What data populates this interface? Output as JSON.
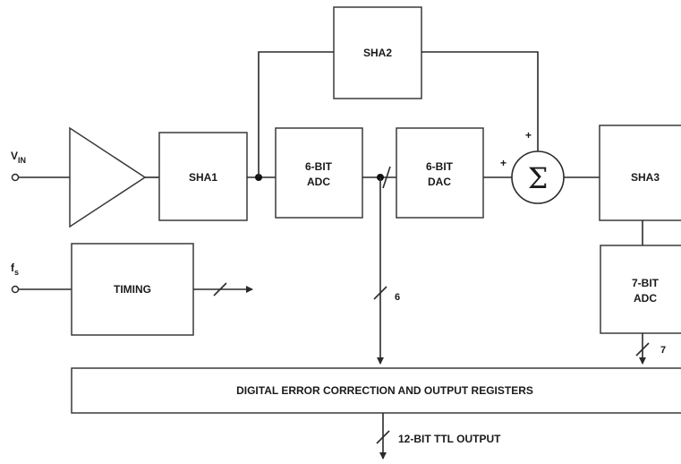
{
  "inputs": {
    "vin": {
      "main": "V",
      "sub": "IN"
    },
    "fs": {
      "main": "f",
      "sub": "s"
    }
  },
  "blocks": {
    "sha1": "SHA1",
    "sha2": "SHA2",
    "sha3": "SHA3",
    "adc6": {
      "line1": "6-BIT",
      "line2": "ADC"
    },
    "dac6": {
      "line1": "6-BIT",
      "line2": "DAC"
    },
    "adc7": {
      "line1": "7-BIT",
      "line2": "ADC"
    },
    "timing": "TIMING",
    "error_correction": "DIGITAL ERROR CORRECTION AND OUTPUT REGISTERS"
  },
  "summer": {
    "symbol": "Σ",
    "plus_left": "+",
    "plus_top": "+"
  },
  "bus_widths": {
    "adc6_bus": "6",
    "adc7_bus": "7"
  },
  "output_label": "12-BIT TTL OUTPUT"
}
